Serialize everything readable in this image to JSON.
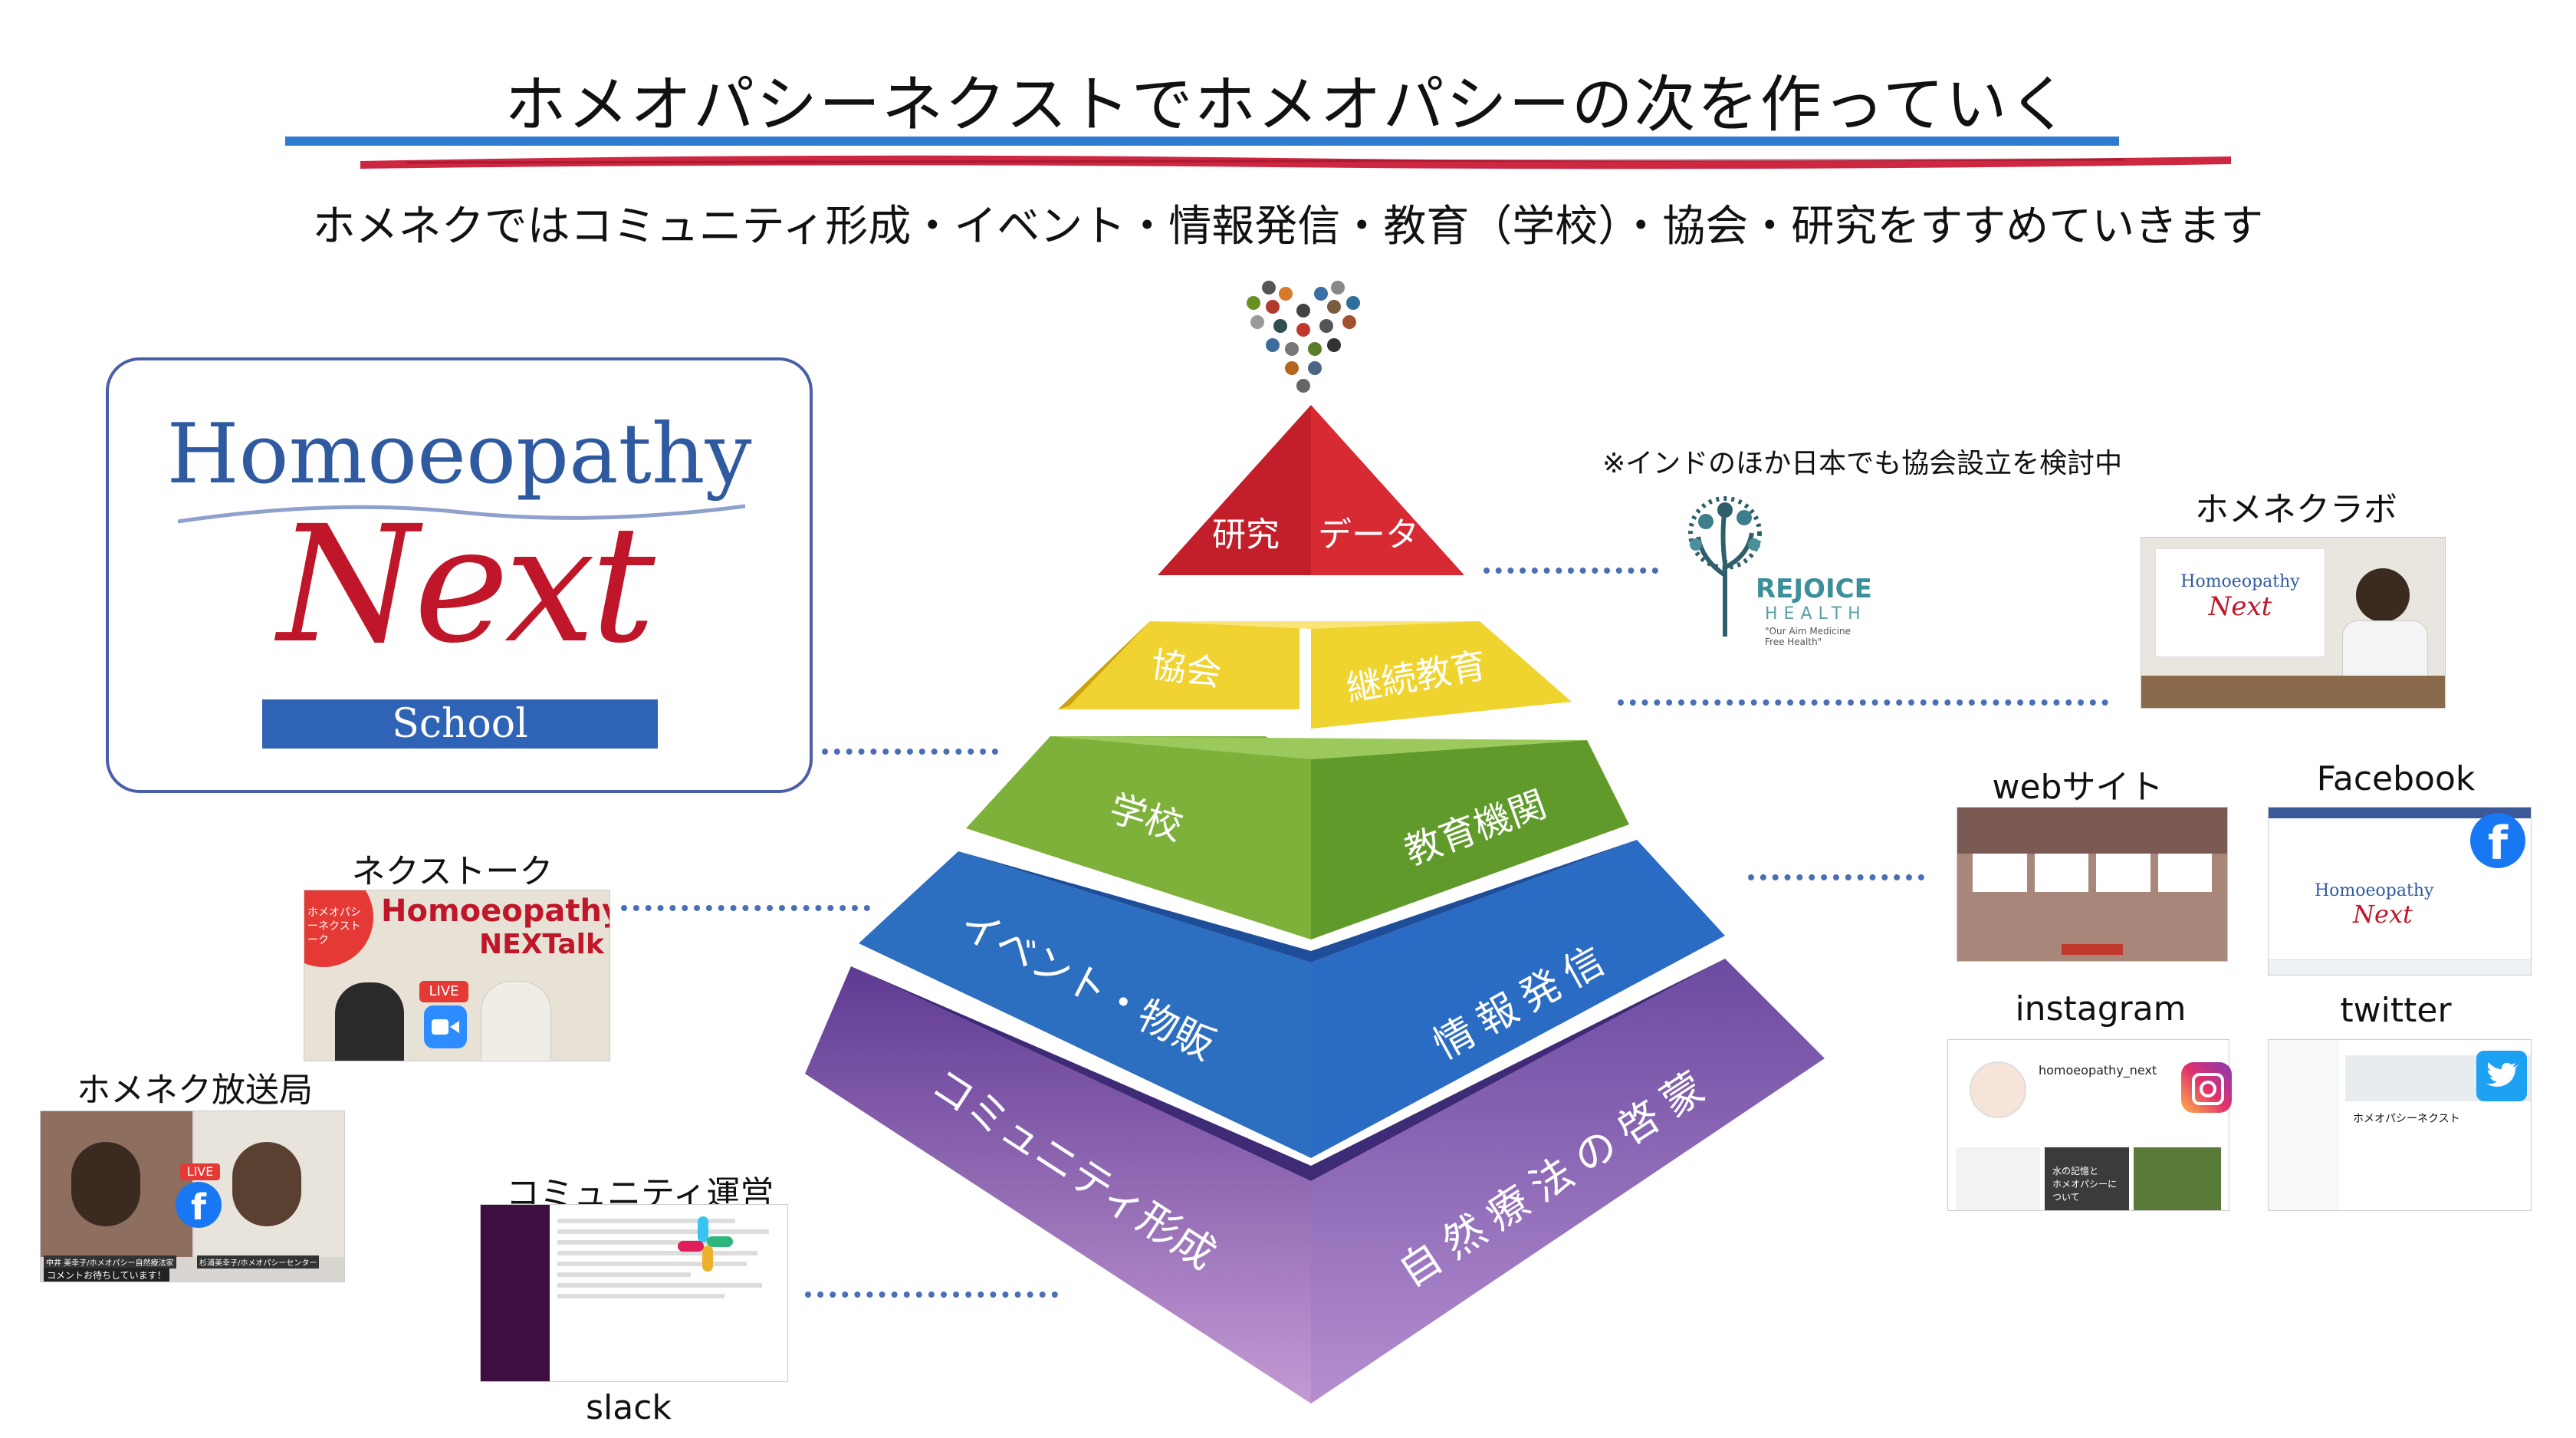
{
  "title": "ホメオパシーネクストでホメオパシーの次を作っていく",
  "subtitle": "ホメネクではコミュニティ形成・イベント・情報発信・教育（学校）・協会・研究をすすめていきます",
  "colors": {
    "blue_rule": "#2f7bd0",
    "red_brush": "#c8102e",
    "level1": "#c8202a",
    "level2": "#e6c41e",
    "level3": "#6aa22e",
    "level4": "#2a63b8",
    "level5": "#6a3f9a"
  },
  "pyramid": {
    "level1": {
      "left": "研究",
      "right": "データ"
    },
    "level2": {
      "left": "協会",
      "right": "継続教育"
    },
    "level3": {
      "left": "学校",
      "right": "教育機関"
    },
    "level4": {
      "left": "イベント・物販",
      "right": "情報発信"
    },
    "level5": {
      "left": "コミュニティ形成",
      "right": "自然療法の啓蒙"
    }
  },
  "logo": {
    "word": "Homoeopathy",
    "script": "Next",
    "school": "School"
  },
  "rejoice": {
    "note": "※インドのほか日本でも協会設立を検討中",
    "name": "REJOICE",
    "sub": "HEALTH",
    "tagline": "\"Our Aim Medicine Free Health\""
  },
  "labo": {
    "caption": "ホメネクラボ",
    "screen_title": "Homoeopathy",
    "screen_script": "Next"
  },
  "web": {
    "caption": "webサイト"
  },
  "facebook": {
    "caption": "Facebook",
    "badge": "f",
    "page_name": "Homoeopathy",
    "page_script": "Next"
  },
  "instagram": {
    "caption": "instagram",
    "handle": "homoeopathy_next",
    "thumb_text": "水の記憶と\nホメオパシーについて"
  },
  "twitter": {
    "caption": "twitter",
    "account": "ホメオパシーネクスト"
  },
  "nexttalk": {
    "caption": "ネクストーク",
    "brand": "Homoeopathy",
    "brand2": "NEXTalk",
    "tag": "ホメオパシーネクストーク",
    "live": "LIVE"
  },
  "broadcast": {
    "caption": "ホメネク放送局",
    "live": "LIVE",
    "comment": "コメントお待ちしています！",
    "name1": "中井 美幸子/ホメオパシー自然療法家",
    "name2": "杉浦美幸子/ホメオパシーセンター"
  },
  "slack": {
    "caption": "コミュニティ運営",
    "label": "slack"
  }
}
